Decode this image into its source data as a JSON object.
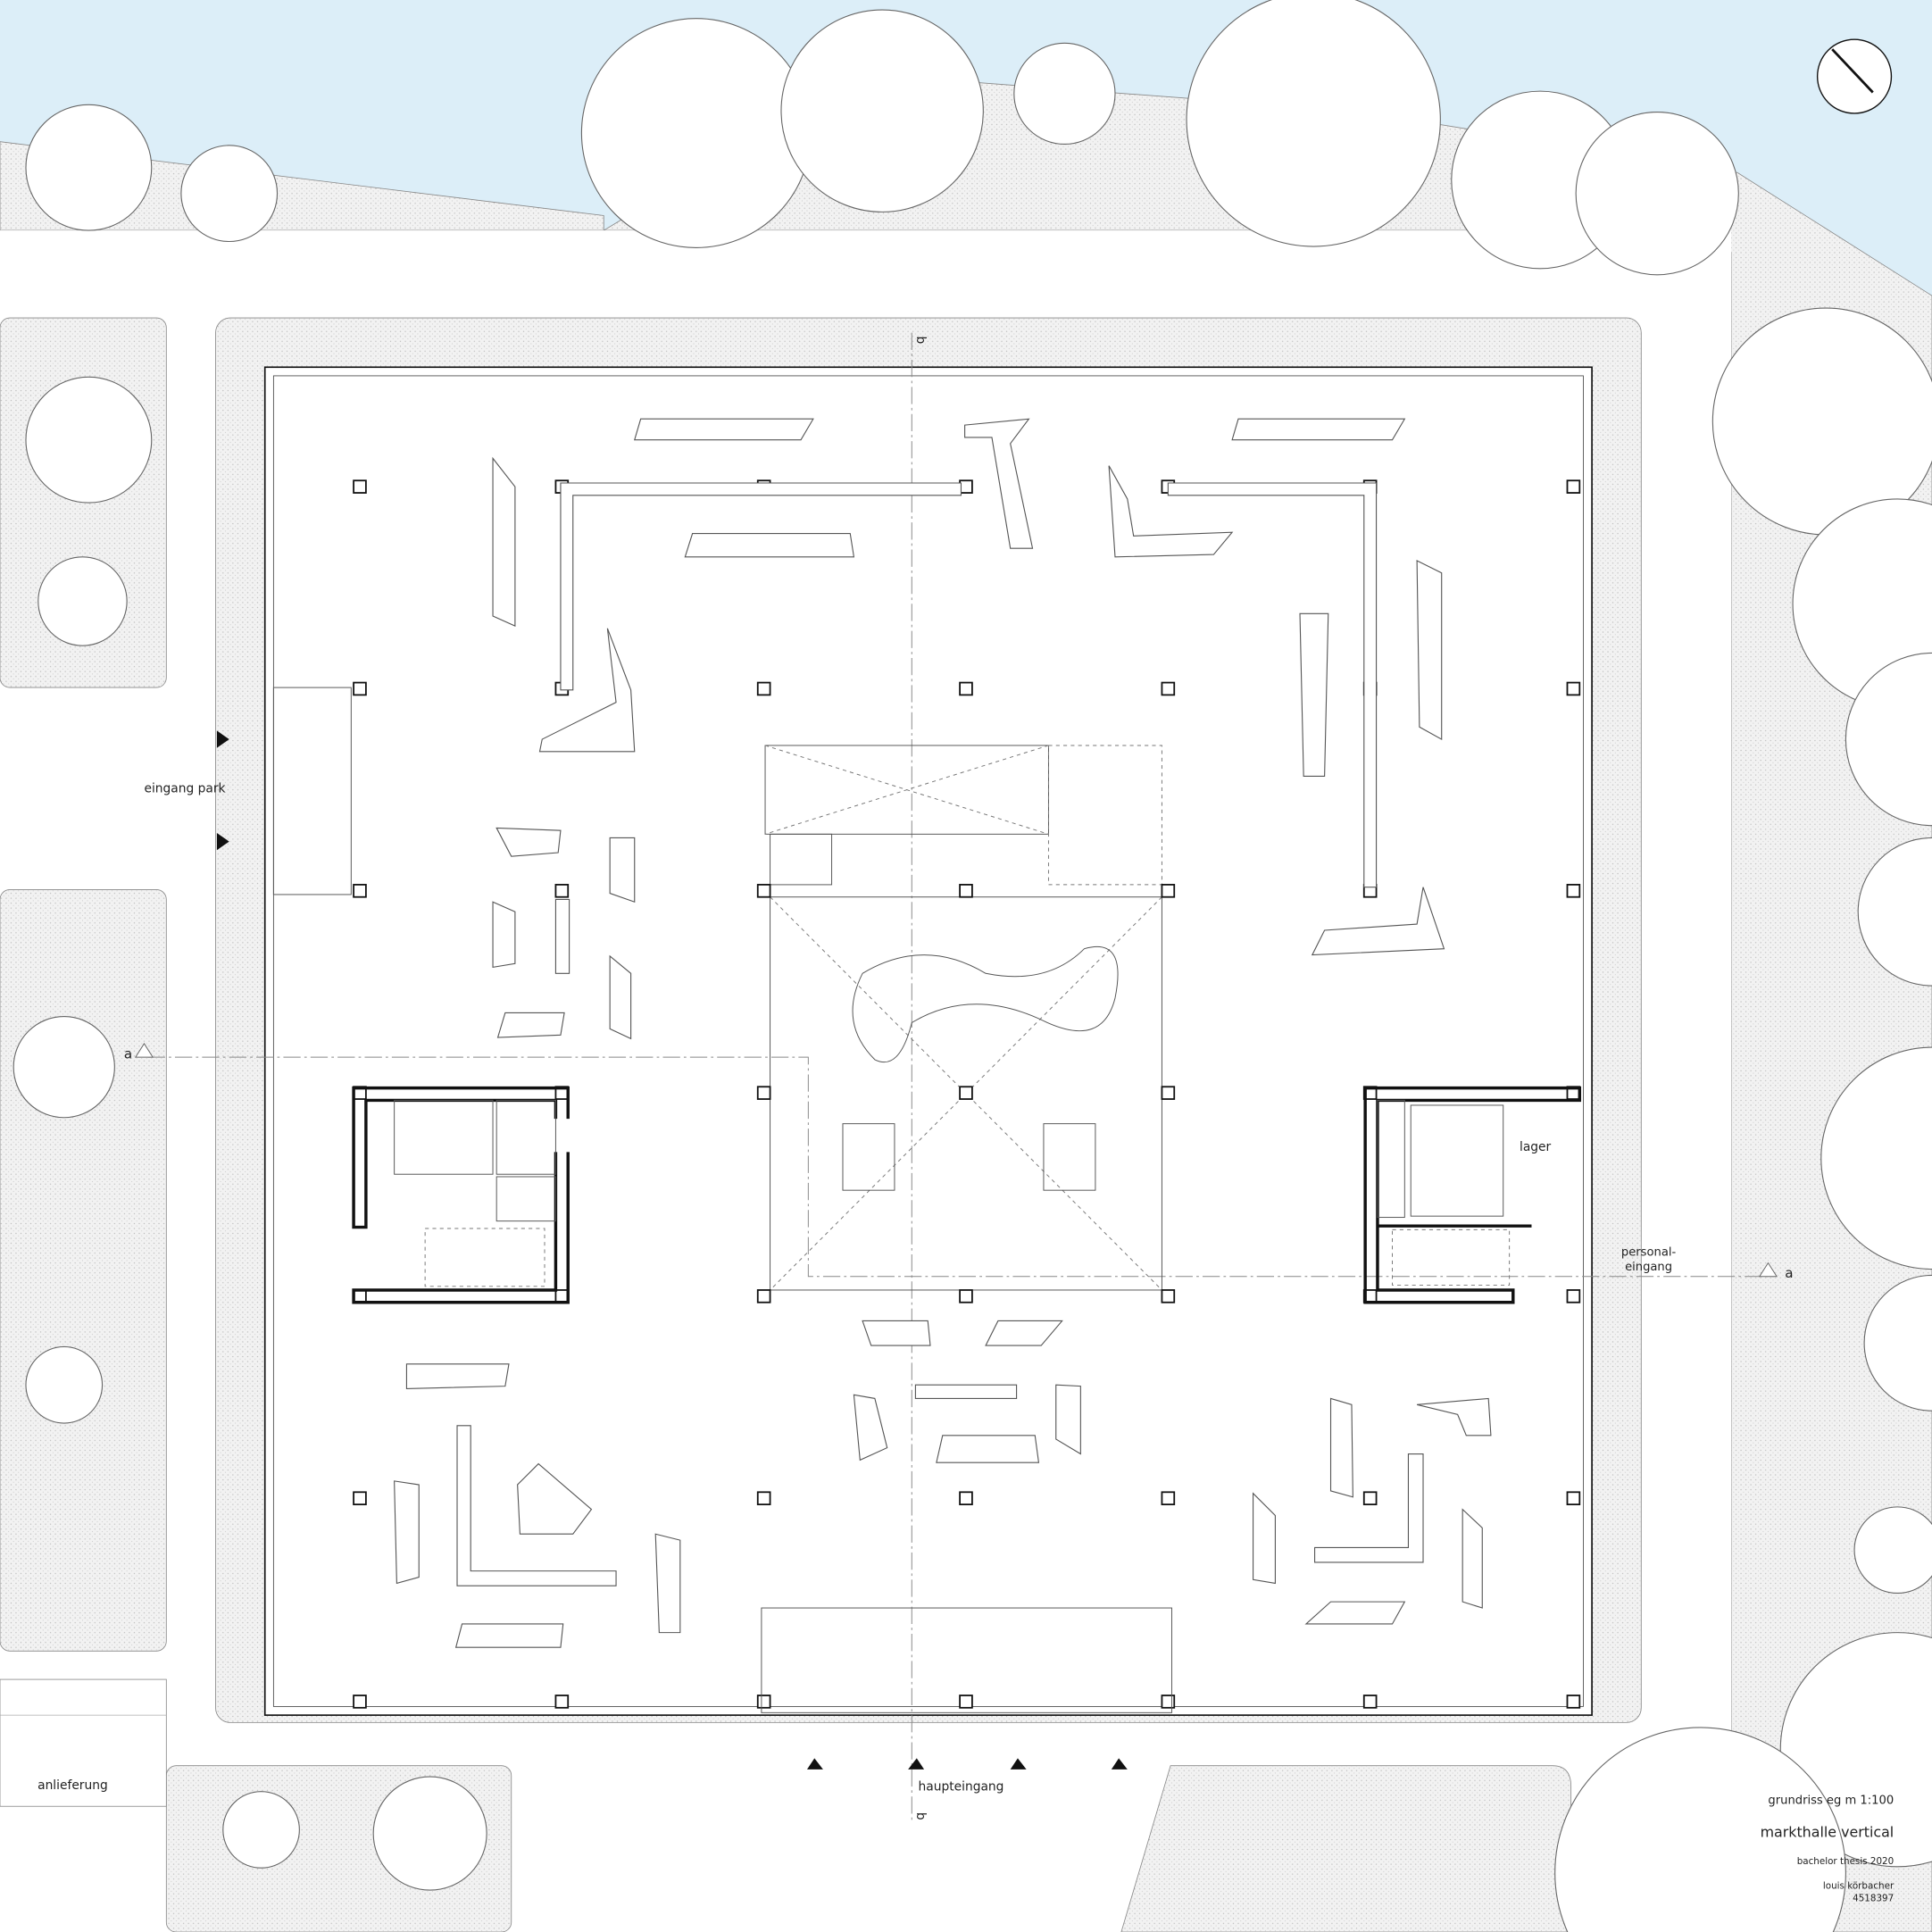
{
  "labels": {
    "entrance_park": "eingang park",
    "main_entrance": "haupteingang",
    "staff_entrance_1": "personal-",
    "staff_entrance_2": "eingang",
    "storage": "lager",
    "delivery": "anlieferung",
    "section_a_left": "a",
    "section_a_right": "a",
    "section_b_top": "b",
    "section_b_bottom": "b"
  },
  "title_block": {
    "drawing": "grundriss eg m 1:100",
    "project": "markthalle vertical",
    "thesis": "bachelor thesis 2020",
    "author": "louis körbacher",
    "student_id": "4518397"
  },
  "colors": {
    "sky": "#dceef8",
    "ground": "#eeeeee",
    "line": "#111111"
  }
}
